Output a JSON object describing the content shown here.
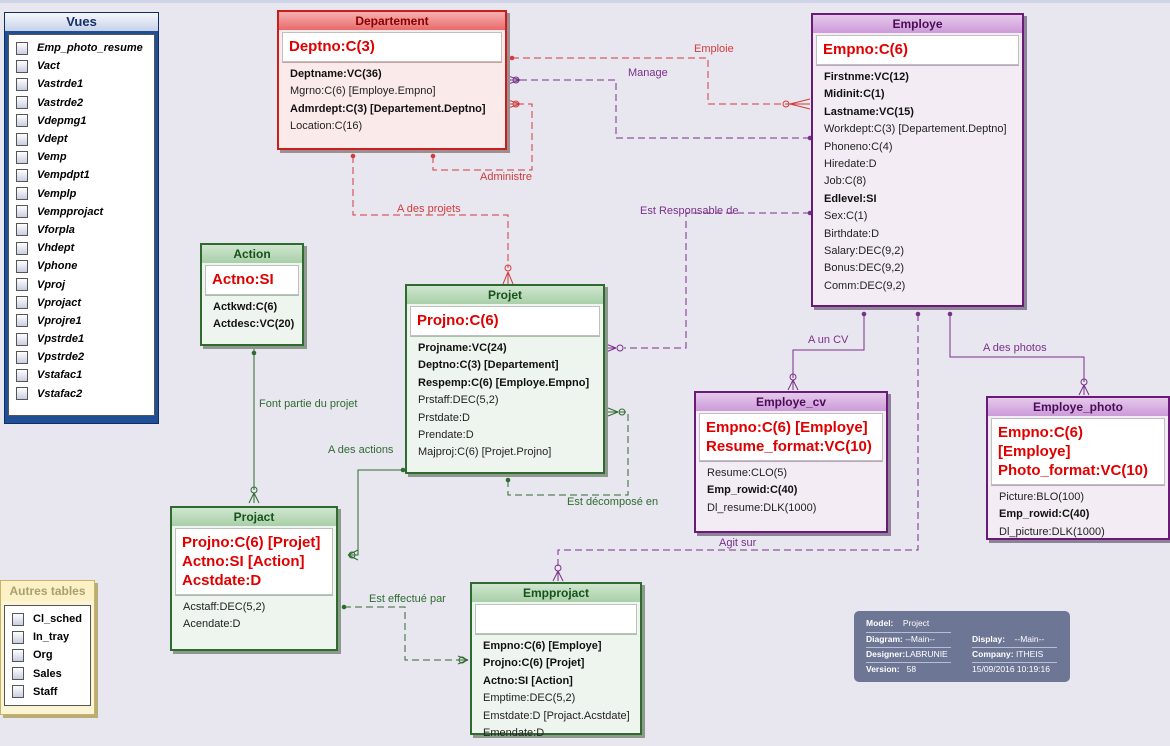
{
  "views_panel": {
    "title": "Vues",
    "items": [
      "Emp_photo_resume",
      "Vact",
      "Vastrde1",
      "Vastrde2",
      "Vdepmg1",
      "Vdept",
      "Vemp",
      "Vempdpt1",
      "Vemplp",
      "Vempprojact",
      "Vforpla",
      "Vhdept",
      "Vphone",
      "Vproj",
      "Vprojact",
      "Vprojre1",
      "Vpstrde1",
      "Vpstrde2",
      "Vstafac1",
      "Vstafac2"
    ]
  },
  "other_tables": {
    "title": "Autres tables",
    "items": [
      "Cl_sched",
      "In_tray",
      "Org",
      "Sales",
      "Staff"
    ]
  },
  "entities": {
    "departement": {
      "title": "Departement",
      "pk": [
        "Deptno:C(3)"
      ],
      "attrs": [
        {
          "text": "Deptname:VC(36)",
          "bold": true
        },
        {
          "text": "Mgrno:C(6) [Employe.Empno]",
          "bold": false
        },
        {
          "text": "Admrdept:C(3) [Departement.Deptno]",
          "bold": true
        },
        {
          "text": "Location:C(16)",
          "bold": false
        }
      ]
    },
    "employe": {
      "title": "Employe",
      "pk": [
        "Empno:C(6)"
      ],
      "attrs": [
        {
          "text": "Firstnme:VC(12)",
          "bold": true
        },
        {
          "text": "Midinit:C(1)",
          "bold": true
        },
        {
          "text": "Lastname:VC(15)",
          "bold": true
        },
        {
          "text": "Workdept:C(3) [Departement.Deptno]",
          "bold": false
        },
        {
          "text": "Phoneno:C(4)",
          "bold": false
        },
        {
          "text": "Hiredate:D",
          "bold": false
        },
        {
          "text": "Job:C(8)",
          "bold": false
        },
        {
          "text": "Edlevel:SI",
          "bold": true
        },
        {
          "text": "Sex:C(1)",
          "bold": false
        },
        {
          "text": "Birthdate:D",
          "bold": false
        },
        {
          "text": "Salary:DEC(9,2)",
          "bold": false
        },
        {
          "text": "Bonus:DEC(9,2)",
          "bold": false
        },
        {
          "text": "Comm:DEC(9,2)",
          "bold": false
        }
      ]
    },
    "action": {
      "title": "Action",
      "pk": [
        "Actno:SI"
      ],
      "attrs": [
        {
          "text": "Actkwd:C(6)",
          "bold": true
        },
        {
          "text": "Actdesc:VC(20)",
          "bold": true
        }
      ]
    },
    "projet": {
      "title": "Projet",
      "pk": [
        "Projno:C(6)"
      ],
      "attrs": [
        {
          "text": "Projname:VC(24)",
          "bold": true
        },
        {
          "text": "Deptno:C(3) [Departement]",
          "bold": true
        },
        {
          "text": "Respemp:C(6) [Employe.Empno]",
          "bold": true
        },
        {
          "text": "Prstaff:DEC(5,2)",
          "bold": false
        },
        {
          "text": "Prstdate:D",
          "bold": false
        },
        {
          "text": "Prendate:D",
          "bold": false
        },
        {
          "text": "Majproj:C(6) [Projet.Projno]",
          "bold": false
        }
      ]
    },
    "employe_cv": {
      "title": "Employe_cv",
      "pk": [
        "Empno:C(6) [Employe]",
        "Resume_format:VC(10)"
      ],
      "attrs": [
        {
          "text": "Resume:CLO(5)",
          "bold": false
        },
        {
          "text": "Emp_rowid:C(40)",
          "bold": true
        },
        {
          "text": "Dl_resume:DLK(1000)",
          "bold": false
        }
      ]
    },
    "employe_photo": {
      "title": "Employe_photo",
      "pk": [
        "Empno:C(6) [Employe]",
        "Photo_format:VC(10)"
      ],
      "attrs": [
        {
          "text": "Picture:BLO(100)",
          "bold": false
        },
        {
          "text": "Emp_rowid:C(40)",
          "bold": true
        },
        {
          "text": "Dl_picture:DLK(1000)",
          "bold": false
        }
      ]
    },
    "projact": {
      "title": "Projact",
      "pk": [
        "Projno:C(6) [Projet]",
        "Actno:SI [Action]",
        "Acstdate:D"
      ],
      "attrs": [
        {
          "text": "Acstaff:DEC(5,2)",
          "bold": false
        },
        {
          "text": "Acendate:D",
          "bold": false
        }
      ]
    },
    "empprojact": {
      "title": "Empprojact",
      "pk": [],
      "attrs": [
        {
          "text": "Empno:C(6) [Employe]",
          "bold": true
        },
        {
          "text": "Projno:C(6) [Projet]",
          "bold": true
        },
        {
          "text": "Actno:SI [Action]",
          "bold": true
        },
        {
          "text": "Emptime:DEC(5,2)",
          "bold": false
        },
        {
          "text": "Emstdate:D [Projact.Acstdate]",
          "bold": false
        },
        {
          "text": "Emendate:D",
          "bold": false
        }
      ]
    }
  },
  "relations": {
    "emploie": "Emploie",
    "manage": "Manage",
    "administre": "Administre",
    "a_des_projets": "A des projets",
    "est_responsable": "Est Responsable de",
    "a_un_cv": "A un CV",
    "a_des_photos": "A des photos",
    "fait_partie": "Font partie du projet",
    "a_des_actions": "A des actions",
    "est_decompose": "Est décomposé en",
    "agit_sur": "Agit sur",
    "est_effectue": "Est effectué par"
  },
  "model_info": {
    "model_label": "Model:",
    "model_value": "Project",
    "diagram_label": "Diagram:",
    "diagram_value": "--Main--",
    "display_label": "Display:",
    "display_value": "--Main--",
    "designer_label": "Designer:",
    "designer_value": "LABRUNIE",
    "company_label": "Company:",
    "company_value": "ITHEIS",
    "version_label": "Version:",
    "version_value": "58",
    "date_value": "15/09/2016 10:19:16"
  },
  "colors": {
    "dept_red": "#c81e1e",
    "pk_red": "#e00000",
    "employe_purple": "#6a1a78",
    "projet_green": "#2f6b2f",
    "canvas": "#e8e7f0",
    "views_blue": "#1f4f95"
  }
}
